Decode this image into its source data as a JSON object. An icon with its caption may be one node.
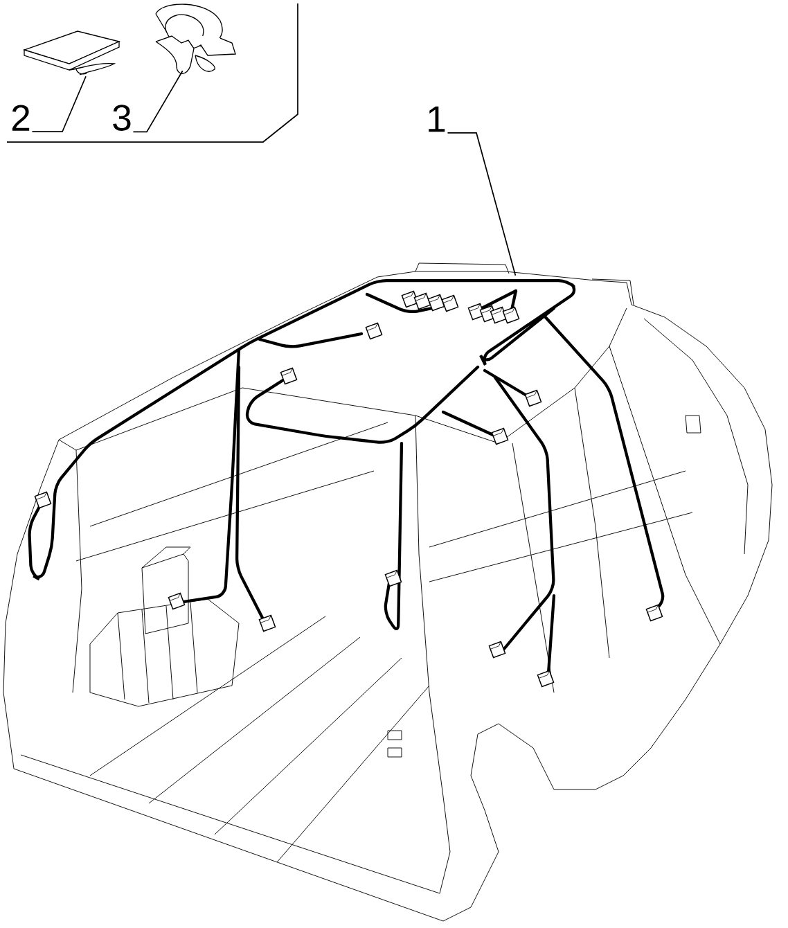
{
  "diagram": {
    "nodes": [
      {
        "text": [
          "1"
        ]
      },
      {
        "text": [],
        "shape": "picture"
      },
      {
        "text": [
          "2"
        ]
      },
      {
        "text": [],
        "shape": "picture"
      },
      {
        "text": [
          "3"
        ]
      },
      {
        "text": [],
        "shape": "picture"
      }
    ],
    "edges": [
      {
        "from": 0,
        "to": 1,
        "arrow": "none"
      },
      {
        "from": 2,
        "to": 3,
        "arrow": "none"
      },
      {
        "from": 4,
        "to": 5,
        "arrow": "none"
      }
    ]
  }
}
